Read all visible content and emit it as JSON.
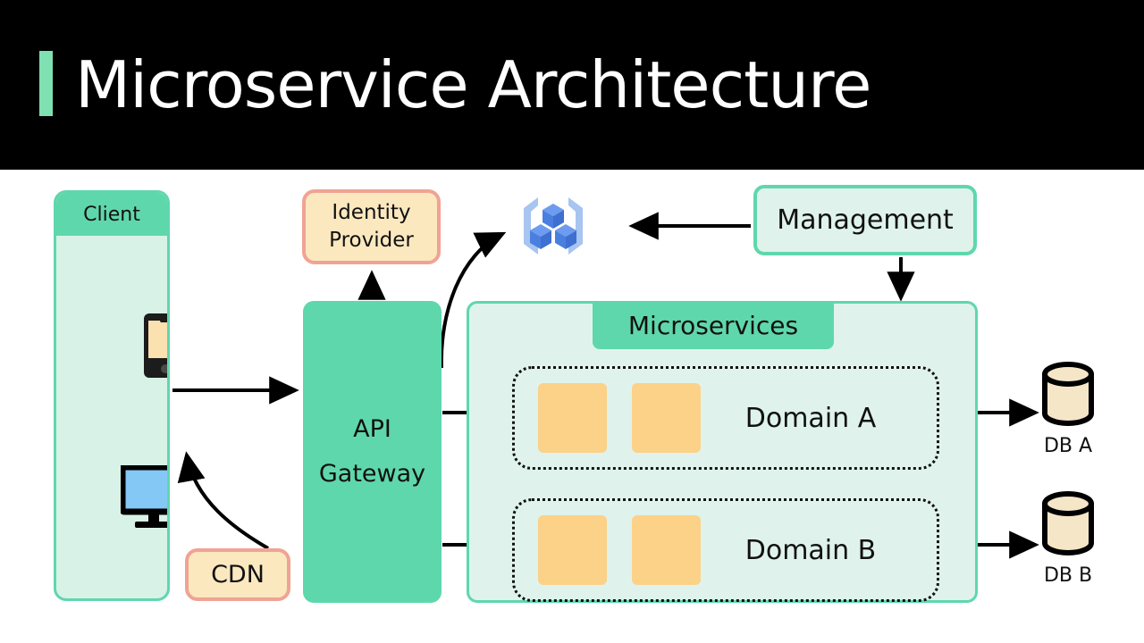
{
  "title": {
    "text": "Microservice Architecture",
    "accent_color": "#7fe0b2",
    "background": "#000000",
    "text_color": "#ffffff"
  },
  "palette": {
    "green_solid": "#5fd7ac",
    "green_light": "#dff3ec",
    "cream": "#fbe8bf",
    "salmon_border": "#f0a394",
    "service_tile": "#fcd188",
    "db_fill": "#f5e6c8",
    "icon_blue_dark": "#4a7fe0",
    "icon_blue_light": "#a8c4f0",
    "line": "#000000"
  },
  "diagram": {
    "client": {
      "label": "Client",
      "devices": [
        {
          "name": "mobile-phone-icon",
          "screen_color": "#fbe0b0"
        },
        {
          "name": "desktop-computer-icon",
          "screen_color": "#84c8f5"
        }
      ]
    },
    "identity_provider": {
      "label": "Identity\nProvider",
      "line1": "Identity",
      "line2": "Provider"
    },
    "cdn": {
      "label": "CDN"
    },
    "api_gateway": {
      "label": "API\nGateway",
      "line1": "API",
      "line2": "Gateway"
    },
    "service_mesh": {
      "icon": "service-mesh-cubes-icon"
    },
    "management": {
      "label": "Management"
    },
    "microservices": {
      "label": "Microservices",
      "domains": [
        {
          "label": "Domain A",
          "service_count": 2
        },
        {
          "label": "Domain B",
          "service_count": 2
        }
      ]
    },
    "databases": [
      {
        "label": "DB A"
      },
      {
        "label": "DB B"
      }
    ],
    "connections": [
      {
        "from": "client",
        "to": "api_gateway",
        "style": "straight-arrow"
      },
      {
        "from": "cdn",
        "to": "client",
        "style": "curved-arrow"
      },
      {
        "from": "api_gateway",
        "to": "identity_provider",
        "style": "straight-arrow"
      },
      {
        "from": "api_gateway",
        "to": "service_mesh",
        "style": "curved-arrow"
      },
      {
        "from": "api_gateway",
        "to": "domain_a",
        "style": "straight-arrow"
      },
      {
        "from": "api_gateway",
        "to": "domain_b",
        "style": "straight-arrow"
      },
      {
        "from": "management",
        "to": "service_mesh",
        "style": "straight-arrow"
      },
      {
        "from": "management",
        "to": "microservices",
        "style": "straight-arrow"
      },
      {
        "from": "domain_a",
        "to": "db_a",
        "style": "straight-arrow"
      },
      {
        "from": "domain_b",
        "to": "db_b",
        "style": "straight-arrow"
      }
    ]
  }
}
